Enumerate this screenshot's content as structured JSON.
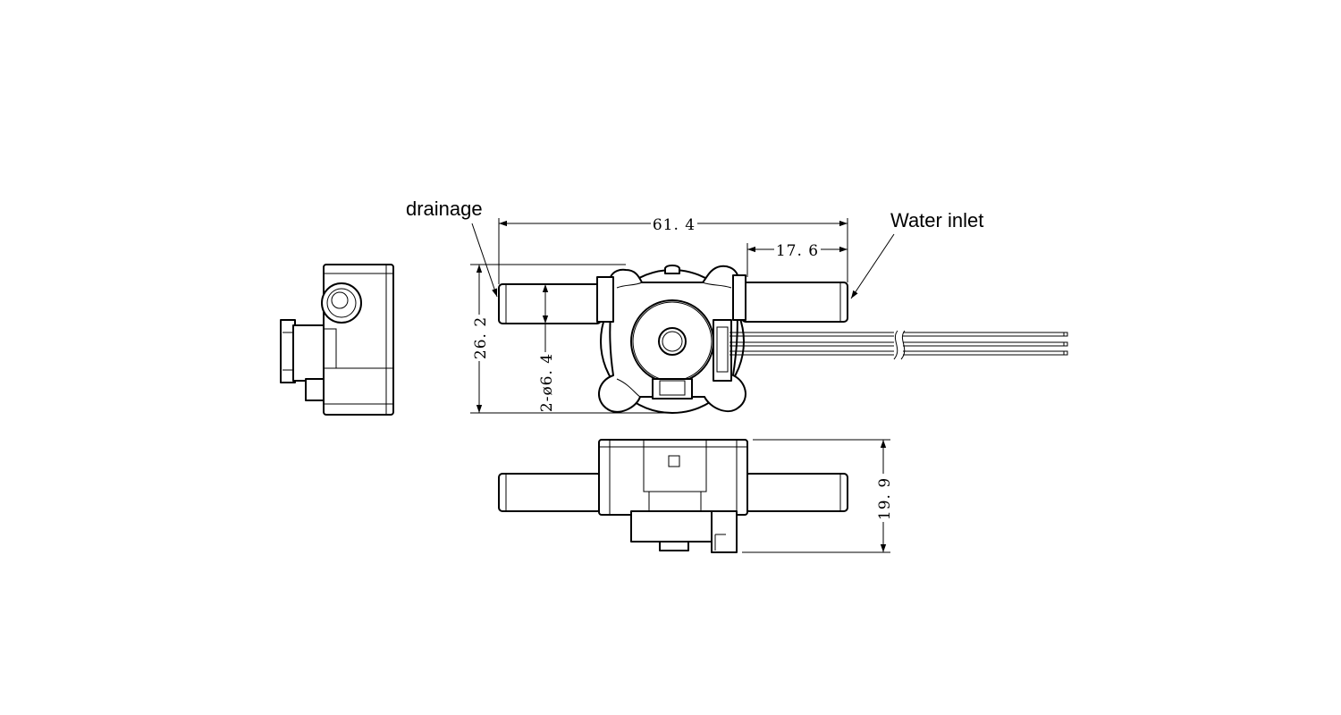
{
  "labels": {
    "drainage": "drainage",
    "water_inlet": "Water inlet"
  },
  "dimensions": {
    "overall_length": "61. 4",
    "inlet_length": "17. 6",
    "height": "26. 2",
    "hole_diameter": "2-ø6. 4",
    "depth": "19. 9"
  },
  "colors": {
    "line": "#000000",
    "background": "#ffffff"
  }
}
